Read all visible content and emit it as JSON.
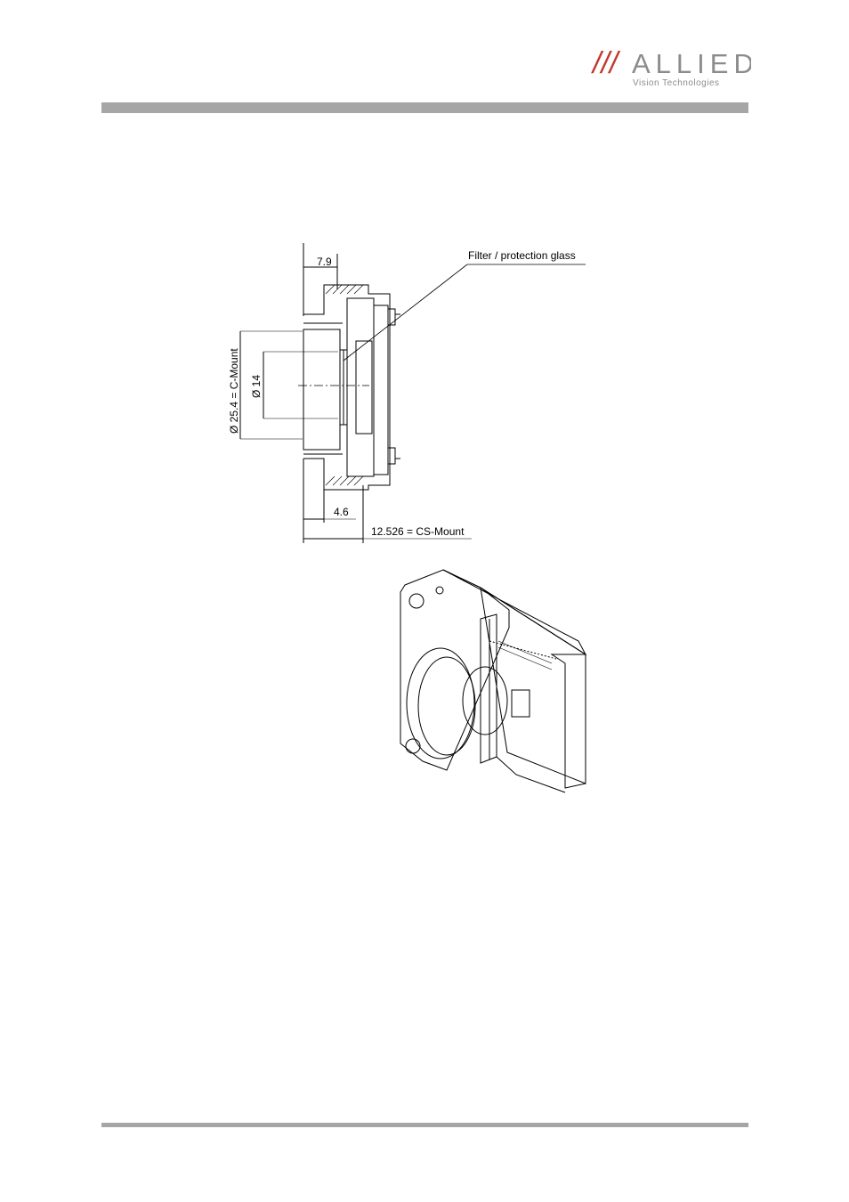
{
  "logo": {
    "slashes": "///",
    "brand": "ALLIED",
    "tagline": "Vision Technologies",
    "colors": {
      "slashes": "#c0392b",
      "text": "#8c8c8c"
    }
  },
  "drawing": {
    "callout_label": "Filter / protection glass",
    "dimensions": {
      "top": "7.9",
      "c_mount_diameter": "Ø 25.4 = C-Mount",
      "inner_diameter": "Ø 14",
      "bottom_short": "4.6",
      "cs_mount": "12.526 = CS-Mount"
    }
  },
  "colors": {
    "rule": "#a6a6a6",
    "line": "#000000"
  }
}
